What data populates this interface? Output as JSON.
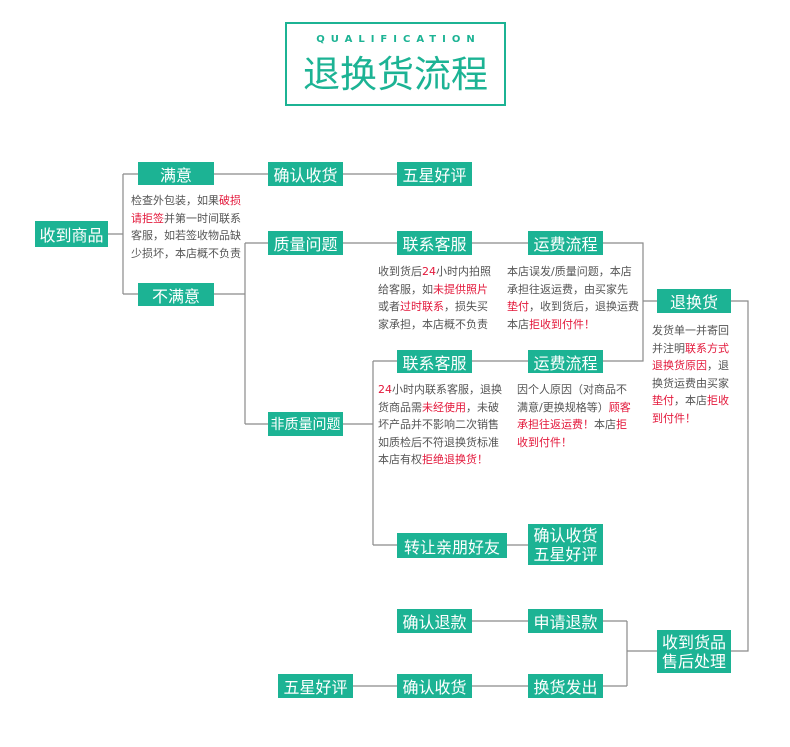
{
  "header": {
    "subtitle": "QUALIFICATION",
    "title": "退换货流程"
  },
  "nodes": {
    "received_goods": "收到商品",
    "satisfied": "满意",
    "unsatisfied": "不满意",
    "confirm_receipt_1": "确认收货",
    "five_star_1": "五星好评",
    "quality_issue": "质量问题",
    "contact_service_1": "联系客服",
    "shipping_flow_1": "运费流程",
    "return_exchange": "退换货",
    "contact_service_2": "联系客服",
    "shipping_flow_2": "运费流程",
    "non_quality_issue": "非质量问题",
    "transfer_friends": "转让亲朋好友",
    "confirm_five_star": {
      "line1": "确认收货",
      "line2": "五星好评"
    },
    "confirm_refund": "确认退款",
    "apply_refund": "申请退款",
    "received_after_sale": {
      "line1": "收到货品",
      "line2": "售后处理"
    },
    "five_star_3": "五星好评",
    "confirm_receipt_3": "确认收货",
    "exchange_shipped": "换货发出"
  },
  "notes": {
    "inspect": [
      [
        {
          "t": "检查外包装，如果"
        },
        {
          "t": "破损",
          "hl": true
        }
      ],
      [
        {
          "t": "请拒签",
          "hl": true
        },
        {
          "t": "并第一时间联系"
        }
      ],
      [
        {
          "t": "客服，如若签收物品缺"
        }
      ],
      [
        {
          "t": "少损坏，本店概不负责"
        }
      ]
    ],
    "quality_contact": [
      [
        {
          "t": "收到货后"
        },
        {
          "t": "24",
          "hl": true
        },
        {
          "t": "小时内拍照"
        }
      ],
      [
        {
          "t": "给客服，如"
        },
        {
          "t": "未提供照片",
          "hl": true
        }
      ],
      [
        {
          "t": "或者"
        },
        {
          "t": "过时联系",
          "hl": true
        },
        {
          "t": "，损失买"
        }
      ],
      [
        {
          "t": "家承担，本店概不负责"
        }
      ]
    ],
    "quality_shipping": [
      [
        {
          "t": "本店误发/质量问题，本店"
        }
      ],
      [
        {
          "t": "承担往返运费，由买家先"
        }
      ],
      [
        {
          "t": "垫付",
          "hl": true
        },
        {
          "t": "，收到货后，退换运费"
        }
      ],
      [
        {
          "t": "本店"
        },
        {
          "t": "拒收到付件！",
          "hl": true
        }
      ]
    ],
    "return_exchange": [
      [
        {
          "t": "发货单一并寄回"
        }
      ],
      [
        {
          "t": "并注明"
        },
        {
          "t": "联系方式",
          "hl": true
        }
      ],
      [
        {
          "t": "退换货原因",
          "hl": true
        },
        {
          "t": "，退"
        }
      ],
      [
        {
          "t": "换货运费由买家"
        }
      ],
      [
        {
          "t": "垫付",
          "hl": true
        },
        {
          "t": "，本店"
        },
        {
          "t": "拒收",
          "hl": true
        }
      ],
      [
        {
          "t": "到付件！",
          "hl": true
        }
      ]
    ],
    "nonquality_contact": [
      [
        {
          "t": "24",
          "hl": true
        },
        {
          "t": "小时内联系客服，退换"
        }
      ],
      [
        {
          "t": "货商品需"
        },
        {
          "t": "未经使用",
          "hl": true
        },
        {
          "t": "，未破"
        }
      ],
      [
        {
          "t": "坏产品并不影响二次销售"
        }
      ],
      [
        {
          "t": "如质检后不符退换货标准"
        }
      ],
      [
        {
          "t": "本店有权"
        },
        {
          "t": "拒绝退换货！",
          "hl": true
        }
      ]
    ],
    "nonquality_shipping": [
      [
        {
          "t": "因个人原因（对商品不"
        }
      ],
      [
        {
          "t": "满意/更换规格等）"
        },
        {
          "t": "顾客",
          "hl": true
        }
      ],
      [
        {
          "t": "承担往返运费！",
          "hl": true
        },
        {
          "t": "本店"
        },
        {
          "t": "拒",
          "hl": true
        }
      ],
      [
        {
          "t": "收到付件！",
          "hl": true
        }
      ]
    ]
  },
  "colors": {
    "accent": "#1cb394",
    "highlight": "#e3173a",
    "note_text": "#555555",
    "connector": "#8a8a8a"
  }
}
